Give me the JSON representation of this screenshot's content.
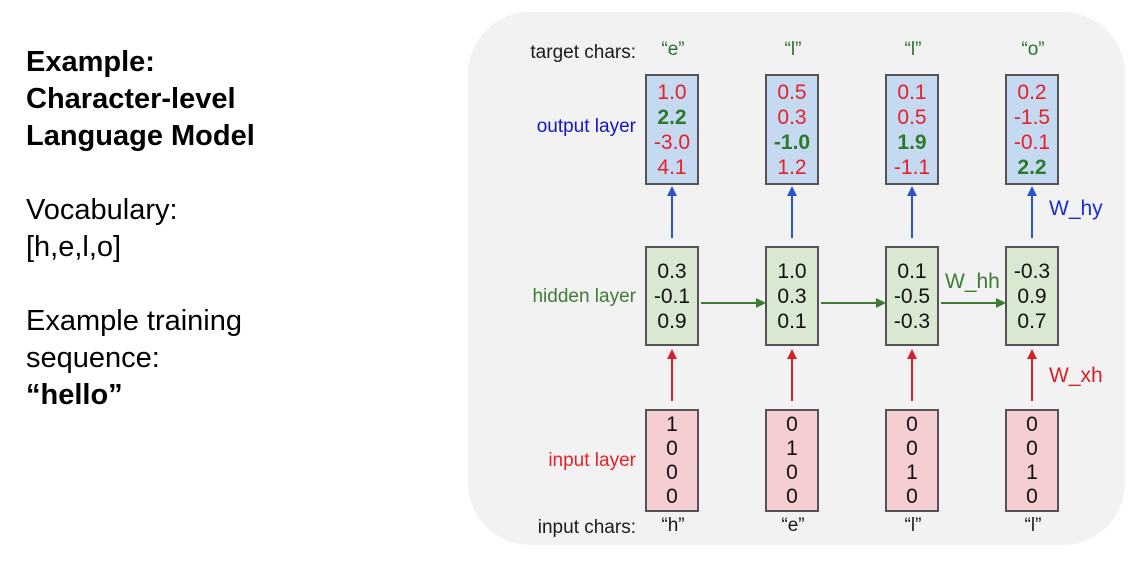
{
  "left_panel": {
    "heading": [
      "Example:",
      "Character-level",
      "Language Model"
    ],
    "vocabulary_label": "Vocabulary:",
    "vocabulary_value": "[h,e,l,o]",
    "sequence_label_line1": "Example training",
    "sequence_label_line2": "sequence:",
    "sequence_value": "“hello”"
  },
  "diagram": {
    "row_labels": {
      "target_chars": "target chars:",
      "output_layer": "output layer",
      "hidden_layer": "hidden layer",
      "input_layer": "input layer",
      "input_chars": "input chars:"
    },
    "weight_labels": {
      "w_hy": "W_hy",
      "w_hh": "W_hh",
      "w_xh": "W_xh"
    },
    "colors": {
      "panel_bg": "#f2f2f2",
      "output_box": "#c5d9f1",
      "hidden_box": "#d9e8d0",
      "input_box": "#f5ced1",
      "output_label": "#1414c8",
      "hidden_label": "#3c7d32",
      "input_label": "#e8202a",
      "target_char": "#2e7031",
      "positive_value": "#e8202a",
      "best_value": "#2c7a2c",
      "arrow_blue": "#2a55c8",
      "arrow_green": "#3c7d32",
      "arrow_red": "#d3232a",
      "box_border": "#555355"
    },
    "columns": [
      {
        "target_char": "“e”",
        "input_char": "“h”",
        "output_values": [
          "1.0",
          "2.2",
          "-3.0",
          "4.1"
        ],
        "output_best_index": 1,
        "hidden_values": [
          "0.3",
          "-0.1",
          "0.9"
        ],
        "input_values": [
          "1",
          "0",
          "0",
          "0"
        ]
      },
      {
        "target_char": "“l”",
        "input_char": "“e”",
        "output_values": [
          "0.5",
          "0.3",
          "-1.0",
          "1.2"
        ],
        "output_best_index": 2,
        "hidden_values": [
          "1.0",
          "0.3",
          "0.1"
        ],
        "input_values": [
          "0",
          "1",
          "0",
          "0"
        ]
      },
      {
        "target_char": "“l”",
        "input_char": "“l”",
        "output_values": [
          "0.1",
          "0.5",
          "1.9",
          "-1.1"
        ],
        "output_best_index": 2,
        "hidden_values": [
          "0.1",
          "-0.5",
          "-0.3"
        ],
        "input_values": [
          "0",
          "0",
          "1",
          "0"
        ]
      },
      {
        "target_char": "“o”",
        "input_char": "“l”",
        "output_values": [
          "0.2",
          "-1.5",
          "-0.1",
          "2.2"
        ],
        "output_best_index": 3,
        "hidden_values": [
          "-0.3",
          "0.9",
          "0.7"
        ],
        "input_values": [
          "0",
          "0",
          "1",
          "0"
        ]
      }
    ]
  }
}
